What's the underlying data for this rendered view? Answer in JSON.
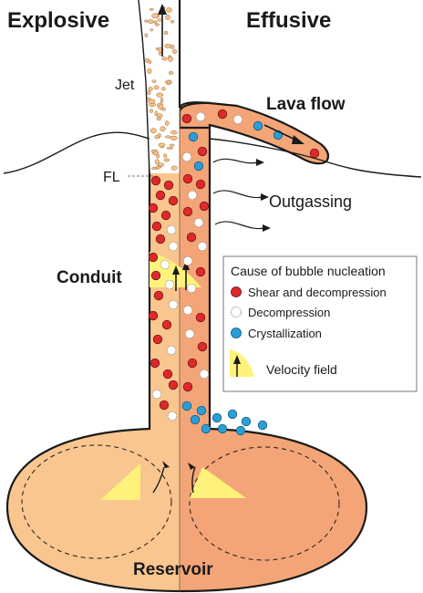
{
  "labels": {
    "explosive": "Explosive",
    "effusive": "Effusive",
    "jet": "Jet",
    "lava_flow": "Lava flow",
    "fl": "FL",
    "outgassing": "Outgassing",
    "conduit": "Conduit",
    "reservoir": "Reservoir"
  },
  "legend": {
    "title": "Cause of bubble nucleation",
    "items": [
      {
        "label": "Shear and decompression",
        "color": "#e0282a"
      },
      {
        "label": "Decompression",
        "color": "#ffffff"
      },
      {
        "label": "Crystallization",
        "color": "#2a9fd6"
      },
      {
        "label": "Velocity field",
        "color": "#fff27a"
      }
    ]
  },
  "colors": {
    "explosive_magma": "#f9c68f",
    "effusive_magma": "#f4a577",
    "velocity_field": "#fff27a",
    "ash": "#f5c08a",
    "shear_bubble": "#e0282a",
    "decompression_bubble": "#ffffff",
    "crystal_bubble": "#2a9fd6"
  }
}
